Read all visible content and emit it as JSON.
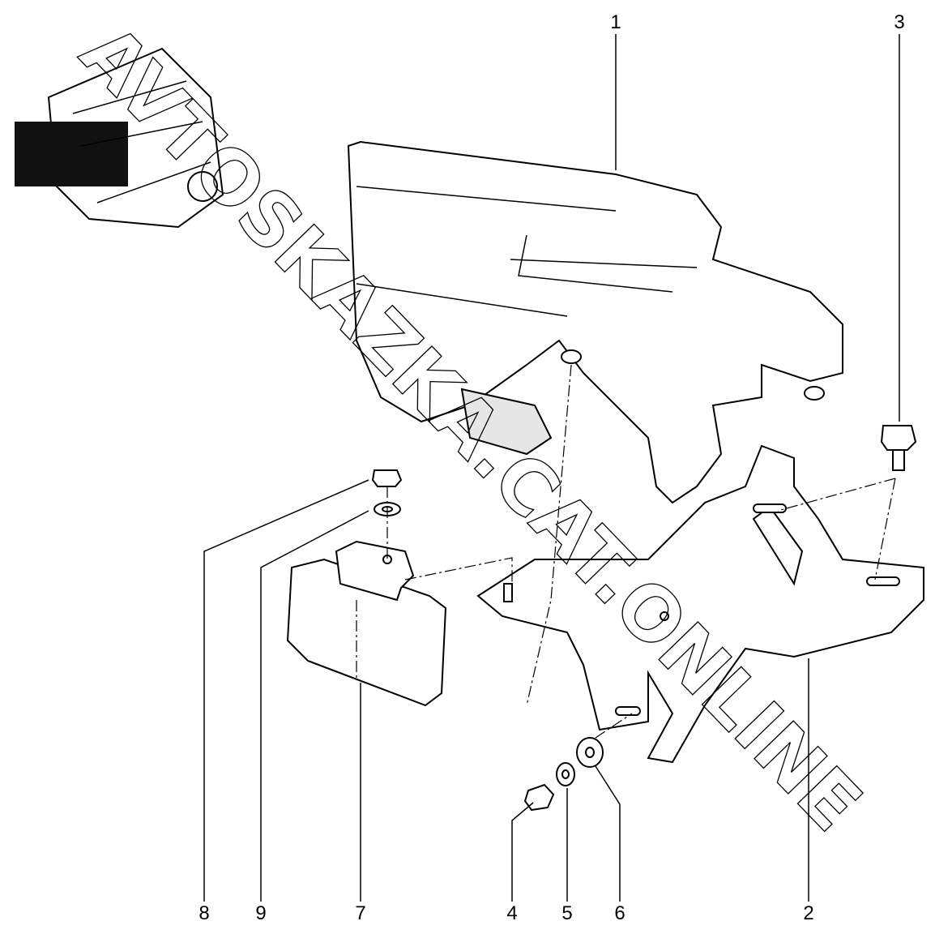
{
  "diagram": {
    "type": "exploded-parts-view",
    "watermark": "AVTOSKAZKA.CAT.ONLINE",
    "callouts": [
      {
        "id": "1",
        "label": "1"
      },
      {
        "id": "2",
        "label": "2"
      },
      {
        "id": "3",
        "label": "3"
      },
      {
        "id": "4",
        "label": "4"
      },
      {
        "id": "5",
        "label": "5"
      },
      {
        "id": "6",
        "label": "6"
      },
      {
        "id": "7",
        "label": "7"
      },
      {
        "id": "8",
        "label": "8"
      },
      {
        "id": "9",
        "label": "9"
      }
    ]
  }
}
